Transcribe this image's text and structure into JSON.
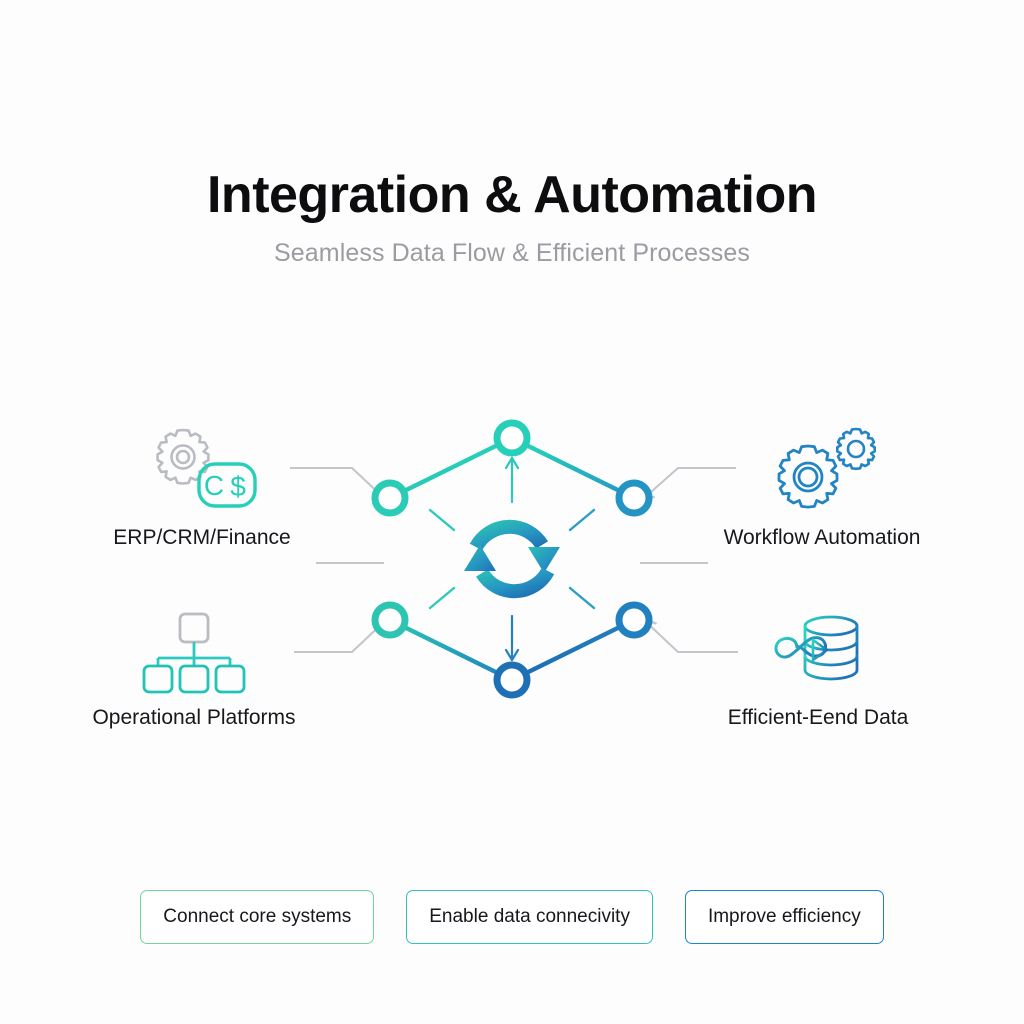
{
  "header": {
    "title": "Integration & Automation",
    "subtitle": "Seamless Data Flow & Efficient Processes"
  },
  "colors": {
    "background": "#fdfdfe",
    "title_text": "#0d0d0f",
    "subtitle_text": "#9a9ca1",
    "label_text": "#17181c",
    "connector_gray": "#c3c6ca",
    "teal": "#26d0b8",
    "teal_mid": "#2ab8b4",
    "blue": "#2080c0",
    "blue_deep": "#1f6fb5",
    "gear_gray": "#b9bcc1",
    "green": "#6fd79b"
  },
  "nodes": {
    "left": [
      {
        "id": "erp",
        "label": "ERP/CRM/Finance",
        "icon": "gear-currency-icon",
        "icon_colors": [
          "#b9bcc1",
          "#26d0b8"
        ]
      },
      {
        "id": "operational",
        "label": "Operational Platforms",
        "icon": "org-hierarchy-icon",
        "icon_colors": [
          "#b9bcc1",
          "#26c4b4"
        ]
      }
    ],
    "right": [
      {
        "id": "workflow",
        "label": "Workflow Automation",
        "icon": "double-gear-icon",
        "icon_colors": [
          "#2384c4",
          "#2384c4"
        ]
      },
      {
        "id": "data",
        "label": "Efficient-Eend Data",
        "icon": "infinity-database-icon",
        "icon_colors": [
          "#2ec7b8",
          "#2178b8"
        ]
      }
    ]
  },
  "hexagon": {
    "center_icon": "sync-cycle-icon",
    "node_count": 6,
    "node_colors": [
      "#26d0b8",
      "#28c2bb",
      "#2a9fc2",
      "#2080c0",
      "#2490c2",
      "#29c9b6"
    ],
    "inner_arrows": [
      "up",
      "down"
    ]
  },
  "pills": [
    {
      "label": "Connect core systems",
      "accent": "#6fd79b"
    },
    {
      "label": "Enable data connecivity",
      "accent": "#35bfc0"
    },
    {
      "label": "Improve efficiency",
      "accent": "#2384c4"
    }
  ]
}
